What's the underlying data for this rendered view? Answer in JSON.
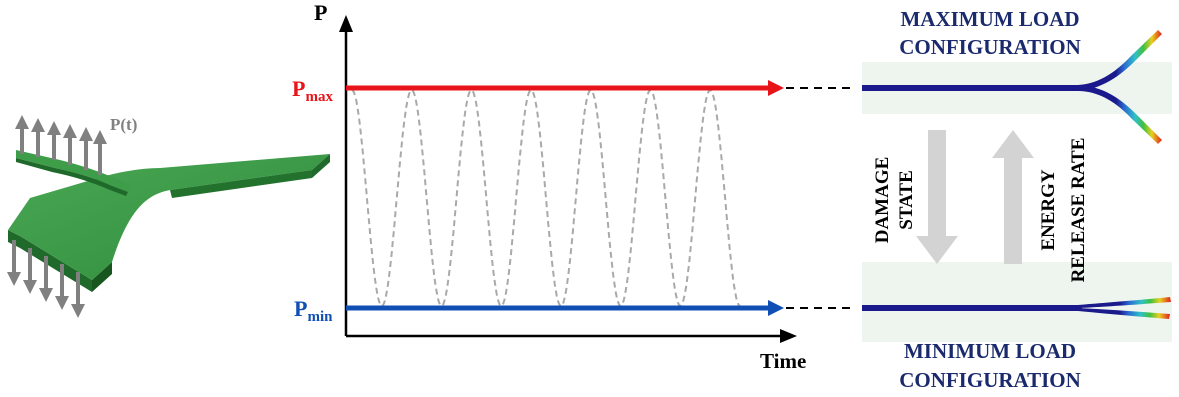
{
  "specimen": {
    "load_label": "P(t)"
  },
  "plot": {
    "y_axis_label": "P",
    "x_axis_label": "Time",
    "pmax": {
      "base": "P",
      "sub": "max"
    },
    "pmin": {
      "base": "P",
      "sub": "min"
    },
    "cycle_count": 7
  },
  "config": {
    "max_title_line1": "MAXIMUM LOAD",
    "max_title_line2": "CONFIGURATION",
    "min_title_line1": "MINIMUM LOAD",
    "min_title_line2": "CONFIGURATION",
    "damage_line1": "DAMAGE",
    "damage_line2": "STATE",
    "energy_line1": "ENERGY",
    "energy_line2": "RELEASE RATE"
  },
  "colors": {
    "pmax": "#e8141a",
    "pmin": "#1050b4",
    "text_navy": "#1a2a6c",
    "specimen_green": "#2e8b3a",
    "load_arrow_gray": "#808080",
    "cycle_gray": "#a9a9a9",
    "panel_arrow_gray": "#d3d3d3"
  }
}
